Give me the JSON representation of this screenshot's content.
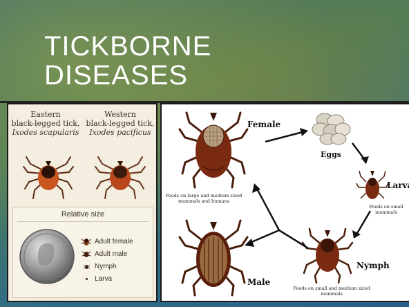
{
  "slide": {
    "title_line1": "TICKBORNE",
    "title_line2": "DISEASES"
  },
  "left_panel": {
    "eastern": {
      "line1": "Eastern",
      "line2": "black-legged tick,",
      "species": "Ixodes scapularis"
    },
    "western": {
      "line1": "Western",
      "line2": "black-legged tick,",
      "species": "Ixodes pacificus"
    },
    "relative_size": {
      "title": "Relative size",
      "items": [
        "Adult female",
        "Adult male",
        "Nymph",
        "Larva"
      ]
    }
  },
  "life_cycle": {
    "female": "Female",
    "eggs": "Eggs",
    "larva": "Larva",
    "nymph": "Nymph",
    "male": "Male",
    "note_adults": "Feeds on large and medium sized mammals and humans",
    "note_larva": "Feeds on small mammals",
    "note_nymph": "Feeds on small and medium sized mammals"
  },
  "colors": {
    "tick_body": "#7a2a10",
    "tick_shield": "#3b1608",
    "background_teal": "#2f6d86"
  }
}
